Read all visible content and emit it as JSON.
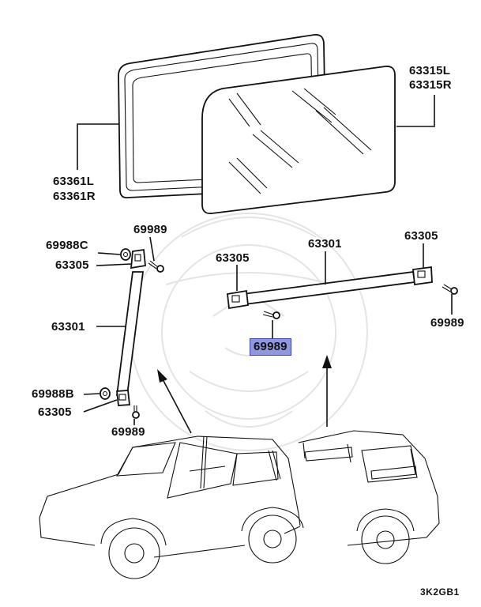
{
  "parts": {
    "glass_label_l": "63315L",
    "glass_label_r": "63315R",
    "frame_label_l": "63361L",
    "frame_label_r": "63361R",
    "left_top_grommet": "69988C",
    "left_top_clip": "63305",
    "left_top_screw": "69989",
    "left_rail": "63301",
    "left_bottom_grommet": "69988B",
    "left_bottom_clip": "63305",
    "left_bottom_screw": "69989",
    "mid_clip": "63305",
    "mid_screw_highlighted": "69989",
    "right_rail": "63301",
    "right_clip": "63305",
    "right_screw": "69989"
  },
  "diagram_code": "3K2GB1",
  "colors": {
    "highlight_fill": "#8f97e0",
    "highlight_border": "#3a44a8",
    "line": "#111111",
    "watermark": "#e4e4e4"
  }
}
